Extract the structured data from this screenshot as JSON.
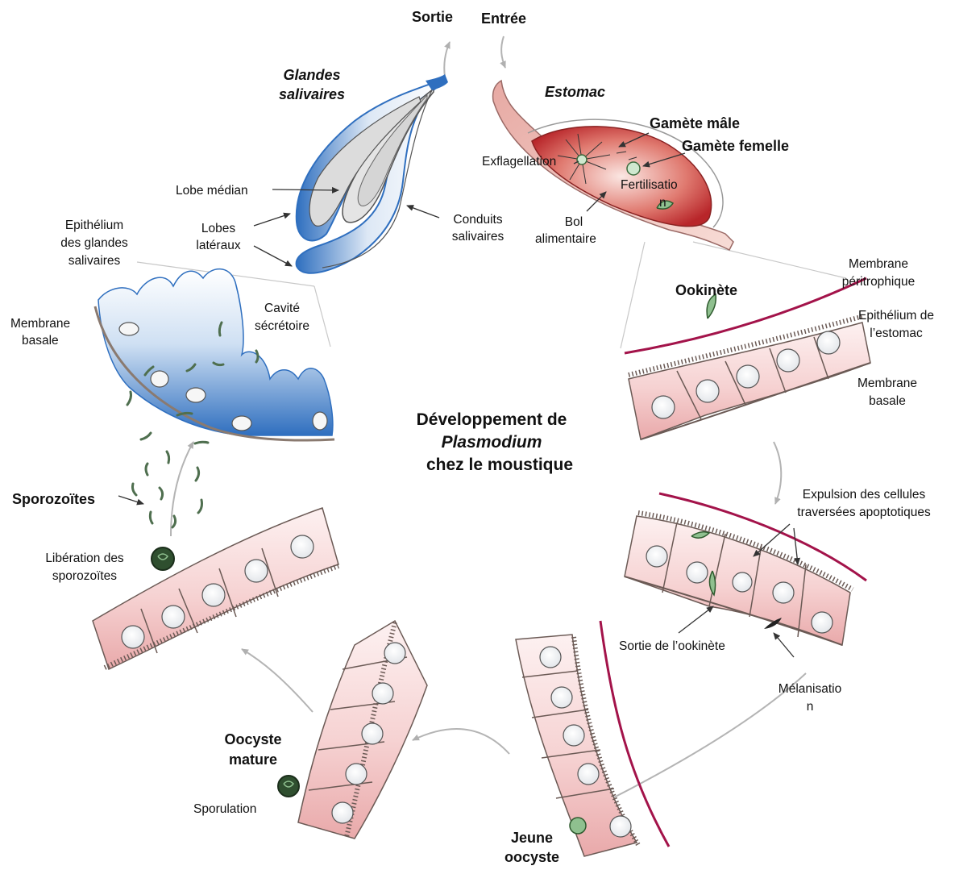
{
  "title": {
    "line1": "Développement de",
    "line2": "Plasmodium",
    "line3": "chez le moustique"
  },
  "labels": {
    "sortie": "Sortie",
    "entree": "Entrée",
    "glandes_1": "Glandes",
    "glandes_2": "salivaires",
    "estomac": "Estomac",
    "gamete_male": "Gamète mâle",
    "gamete_femelle": "Gamète femelle",
    "exflagellation": "Exflagellation",
    "fertilisation_1": "Fertilisatio",
    "fertilisation_2": "n",
    "bol_1": "Bol",
    "bol_2": "alimentaire",
    "lobe_median": "Lobe médian",
    "lobes_lateraux_1": "Lobes",
    "lobes_lateraux_2": "latéraux",
    "conduits_1": "Conduits",
    "conduits_2": "salivaires",
    "epith_glandes_1": "Epithélium",
    "epith_glandes_2": "des glandes",
    "epith_glandes_3": "salivaires",
    "cavite_1": "Cavité",
    "cavite_2": "sécrétoire",
    "membrane_basale_gl_1": "Membrane",
    "membrane_basale_gl_2": "basale",
    "membrane_peritro_1": "Membrane",
    "membrane_peritro_2": "péritrophique",
    "ookinete": "Ookinète",
    "epith_estomac_1": "Epithélium de",
    "epith_estomac_2": "l’estomac",
    "membrane_basale_st_1": "Membrane",
    "membrane_basale_st_2": "basale",
    "expulsion_1": "Expulsion des cellules",
    "expulsion_2": "traversées apoptotiques",
    "sortie_ookinete": "Sortie de l’ookinète",
    "melanisation_1": "Mélanisatio",
    "melanisation_2": "n",
    "jeune_1": "Jeune",
    "jeune_2": "oocyste",
    "oocyste_mature_1": "Oocyste",
    "oocyste_mature_2": "mature",
    "sporulation": "Sporulation",
    "sporozoites": "Sporozoïtes",
    "liberation_1": "Libération des",
    "liberation_2": "sporozoïtes"
  },
  "colors": {
    "cell_fill": "#f7d6d6",
    "cell_edge": "#6b5a55",
    "membrane_peritrophic": "#a3134a",
    "gland_blue": "#3a78c0",
    "stomach_red": "#c0262a",
    "parasite_green": "#5f8f63",
    "arrow_gray": "#b4b4b4"
  },
  "icons": [
    "arrow-icon",
    "cell-nucleus-icon",
    "parasite-icon"
  ]
}
